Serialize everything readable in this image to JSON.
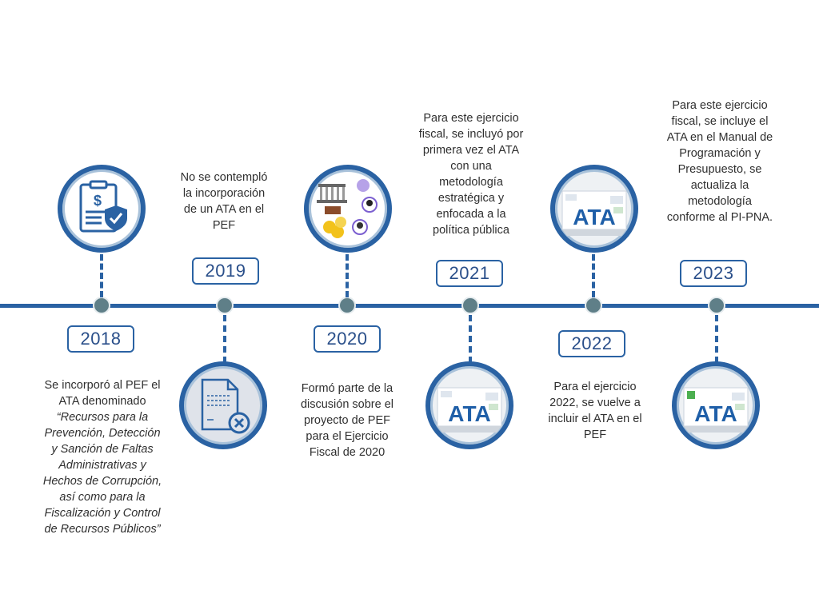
{
  "timeline": {
    "entries": [
      {
        "year": "2018",
        "text_lines": [
          "Se incorporó al PEF el",
          "ATA denominado"
        ],
        "italic_lines": [
          "“Recursos para la",
          "Prevención, Detección",
          "y Sanción de Faltas",
          "Administrativas y",
          "Hechos de Corrupción,",
          "así como para la",
          "Fiscalización y Control",
          "de Recursos Públicos”"
        ],
        "icon": "clipboard-dollar-shield-icon"
      },
      {
        "year": "2019",
        "text_lines": [
          "No se contempló",
          "la incorporación",
          "de un ATA en el",
          "PEF"
        ],
        "icon": "document-x-icon"
      },
      {
        "year": "2020",
        "text_lines": [
          "Formó parte de la",
          "discusión sobre el",
          "proyecto de PEF",
          "para el Ejercicio",
          "Fiscal de 2020"
        ],
        "icon": "congress-discussion-icon"
      },
      {
        "year": "2021",
        "text_lines": [
          "Para este ejercicio",
          "fiscal, se incluyó por",
          "primera vez el ATA",
          "con una",
          "metodología",
          "estratégica y",
          "enfocada a la",
          "política pública"
        ],
        "icon": "ata-3d-icon"
      },
      {
        "year": "2022",
        "text_lines": [
          "Para el ejercicio",
          "2022, se vuelve a",
          "incluir el ATA en el",
          "PEF"
        ],
        "icon": "ata-3d-icon"
      },
      {
        "year": "2023",
        "text_lines": [
          "Para este ejercicio",
          "fiscal, se incluye el",
          "ATA en el Manual de",
          "Programación y",
          "Presupuesto, se",
          "actualiza la",
          "metodología",
          "conforme al PI-PNA."
        ],
        "icon": "ata-3d-icon"
      }
    ],
    "ata_label": "ATA",
    "dollar_glyph": "$",
    "colors": {
      "axis": "#2a62a3",
      "node": "#5f7f88",
      "circle_fill": "#dfe3ea"
    }
  }
}
